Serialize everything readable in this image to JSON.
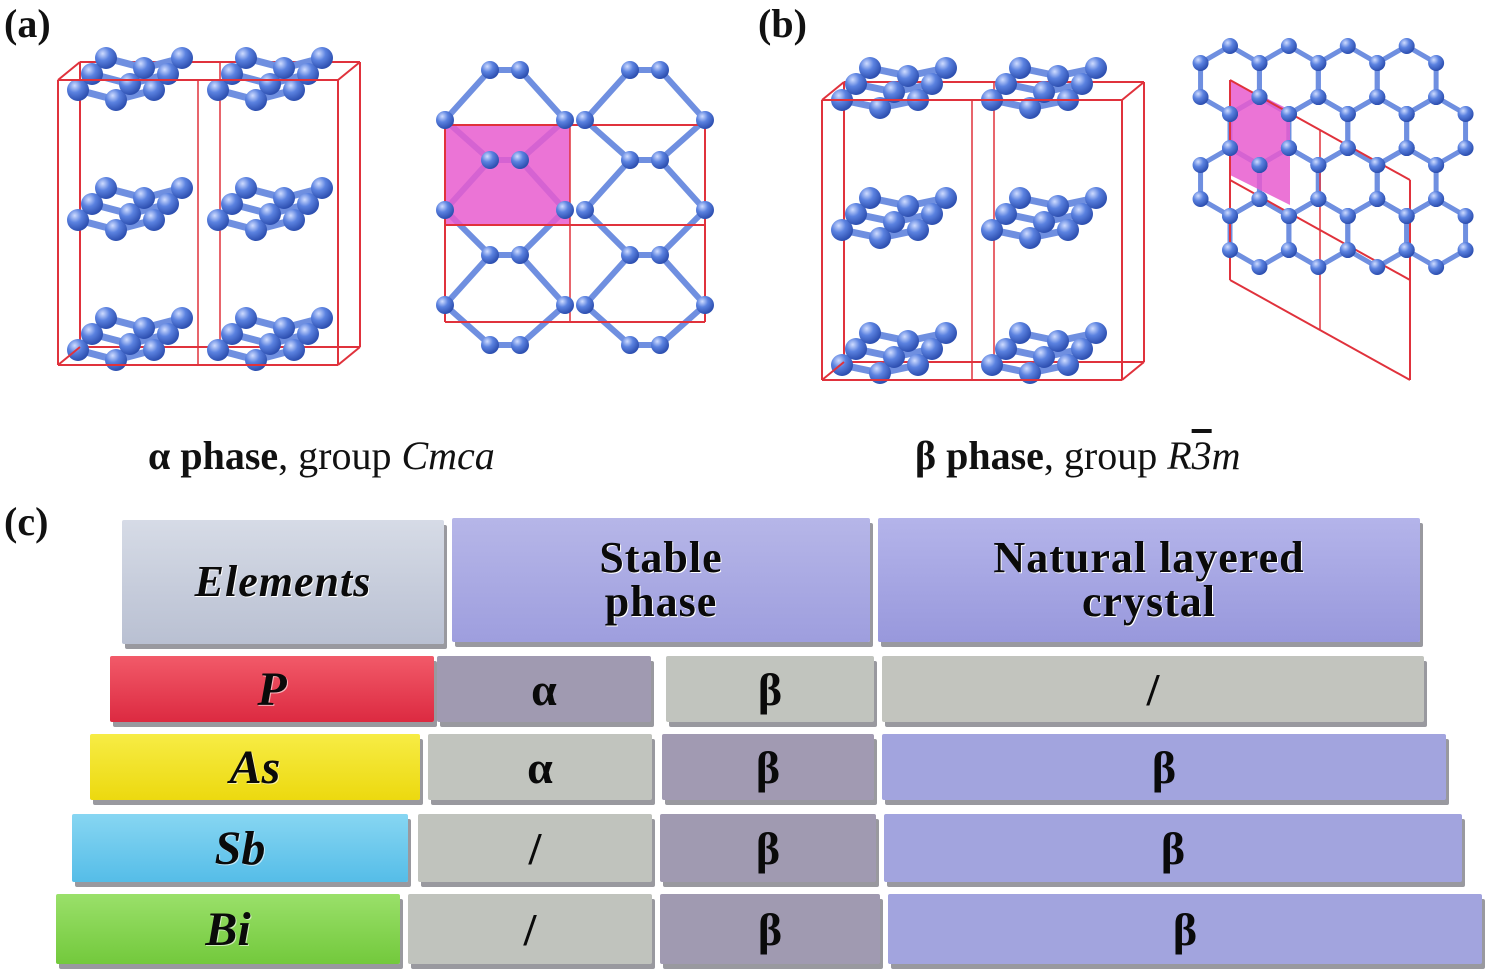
{
  "panels": {
    "a": {
      "label": "(a)",
      "caption_phase": "α phase",
      "caption_group_word": ", group ",
      "caption_group": "Cmca"
    },
    "b": {
      "label": "(b)",
      "caption_phase": "β phase",
      "caption_group_word": ", group ",
      "caption_group_pre": "R",
      "caption_group_bar": "3",
      "caption_group_post": "m"
    },
    "c": {
      "label": "(c)"
    }
  },
  "table": {
    "headers": {
      "elements": "Elements",
      "stable_1": "Stable",
      "stable_2": "phase",
      "natural_1": "Natural layered",
      "natural_2": "crystal"
    },
    "rows": [
      {
        "element": "P",
        "alpha": "α",
        "beta": "β",
        "natural": "/"
      },
      {
        "element": "As",
        "alpha": "α",
        "beta": "β",
        "natural": "β"
      },
      {
        "element": "Sb",
        "alpha": "/",
        "beta": "β",
        "natural": "β"
      },
      {
        "element": "Bi",
        "alpha": "/",
        "beta": "β",
        "natural": "β"
      }
    ]
  },
  "colors": {
    "atom": "#5b82e0",
    "cell_edge": "#e0323c",
    "highlight": "#e75ccf",
    "P": "#e8354a",
    "As": "#f2e21c",
    "Sb": "#66c7ec",
    "Bi": "#7fd145",
    "header_elements": "#c2c9d8",
    "header_purple": "#a6a6e2",
    "cell_grey": "#c0c3bd",
    "cell_mauve": "#a19bb2",
    "cell_lavender": "#a2a4de"
  }
}
